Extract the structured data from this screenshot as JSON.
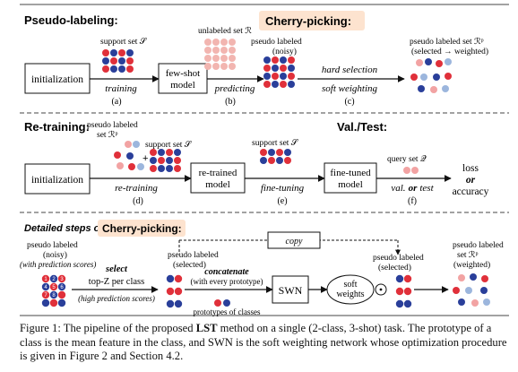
{
  "section1": {
    "title": "Pseudo-labeling:",
    "highlight": "Cherry-picking:",
    "support_label": "support set 𝒮",
    "unlabeled_label": "unlabeled set ℛ",
    "pseudo_label_1": "pseudo labeled",
    "pseudo_label_2": "(noisy)",
    "pseudo_set_label_1": "pseudo labeled set ℛᵖ",
    "pseudo_set_label_2": "(selected → weighted)",
    "init_box": "initialization",
    "fewshot_box_1": "few-shot",
    "fewshot_box_2": "model",
    "training": "training",
    "predicting": "predicting",
    "hard_selection": "hard selection",
    "soft_weighting": "soft weighting",
    "tag_a": "(a)",
    "tag_b": "(b)",
    "tag_c": "(c)"
  },
  "section2": {
    "title": "Re-training:",
    "val_title": "Val./Test:",
    "pseudo_label_1": "pseudo labeled",
    "pseudo_label_2": "set ℛᵖ",
    "support_label": "support set 𝒮",
    "plus": "+",
    "support_label_2": "support set 𝒮",
    "query_label": "query set 𝒬",
    "init_box": "initialization",
    "retrained_1": "re-trained",
    "retrained_2": "model",
    "finetuned_1": "fine-tuned",
    "finetuned_2": "model",
    "re_training": "re-training",
    "fine_tuning": "fine-tuning",
    "val_or_test_a": "val.",
    "val_or_test_or": "or",
    "val_or_test_b": "test",
    "loss": "loss",
    "or": "or",
    "accuracy": "accuracy",
    "tag_d": "(d)",
    "tag_e": "(e)",
    "tag_f": "(f)"
  },
  "section3": {
    "title_prefix": "Detailed steps of",
    "highlight": "Cherry-picking:",
    "pl_label_1": "pseudo labeled",
    "pl_label_2": "(noisy)",
    "pl_label_3": "(with prediction scores)",
    "select": "select",
    "topz": "top-Z per class",
    "high_scores": "(high prediction scores)",
    "sel_label_1": "pseudo labeled",
    "sel_label_2": "(selected)",
    "concatenate": "concatenate",
    "with_every": "(with every prototype)",
    "prototypes": "prototypes of classes",
    "copy": "copy",
    "swn": "SWN",
    "soft_1": "soft",
    "soft_2": "weights",
    "odot": "⊙",
    "sel2_label_1": "pseudo labeled",
    "sel2_label_2": "(selected)",
    "final_label_1": "pseudo labeled",
    "final_label_2": "set ℛᵖ",
    "final_label_3": "(weighted)",
    "digits": [
      "1",
      "2",
      "3",
      "4",
      "5",
      "6",
      "7",
      "8"
    ]
  },
  "caption": {
    "part1": "Figure 1: The pipeline of the proposed ",
    "bold": "LST",
    "part2": " method on a single (2-class, 3-shot) task. The prototype of a class is the mean feature in the class, and SWN is the soft weighting network whose optimization procedure is given in Figure 2 and Section 4.2."
  },
  "colors": {
    "red": "#e0303a",
    "blue": "#2a3f9a",
    "light_red": "#f2a3a3",
    "light_blue": "#9cb6dd",
    "highlight_bg": "#fde3cf",
    "divider": "#555555"
  }
}
